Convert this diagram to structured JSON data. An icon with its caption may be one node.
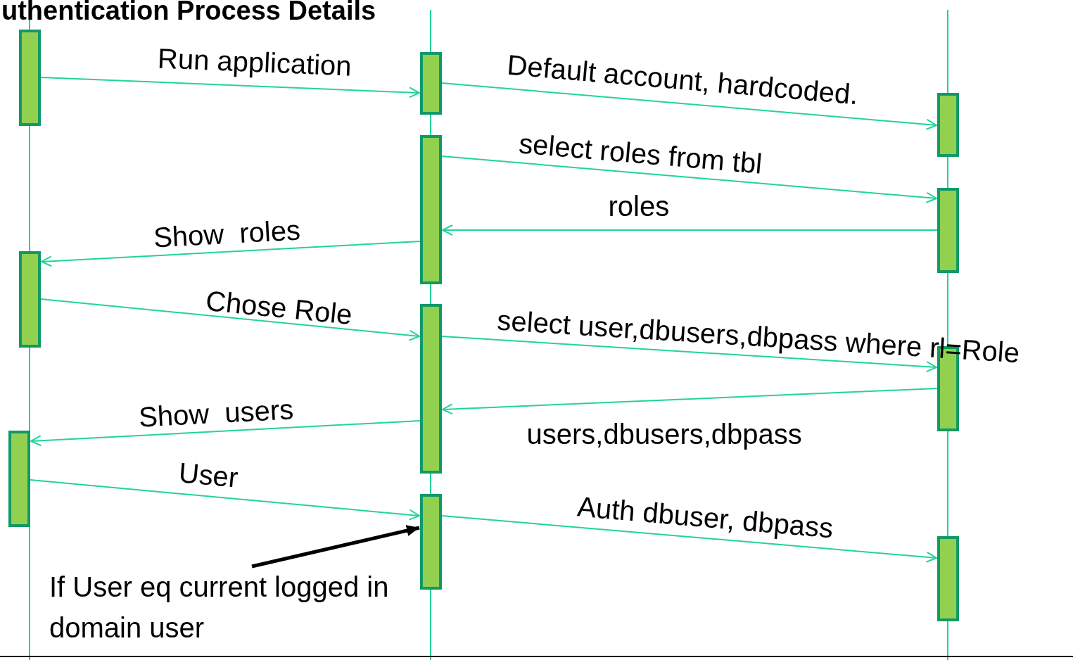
{
  "diagram": {
    "title": "uthentication Process Details",
    "nodes": [
      {
        "text": [],
        "shape": "bar"
      },
      {
        "text": [],
        "shape": "bar"
      },
      {
        "text": [],
        "shape": "bar"
      },
      {
        "text": [],
        "shape": "bar"
      },
      {
        "text": [],
        "shape": "bar"
      },
      {
        "text": [],
        "shape": "bar"
      },
      {
        "text": [],
        "shape": "bar"
      },
      {
        "text": [],
        "shape": "bar"
      },
      {
        "text": [],
        "shape": "bar"
      },
      {
        "text": [],
        "shape": "bar"
      },
      {
        "text": [],
        "shape": "bar"
      },
      {
        "text": [
          "If User eq current logged in domain user"
        ]
      }
    ],
    "edges": [
      {
        "from": 0,
        "to": 3,
        "arrow": "to",
        "label": "Run application"
      },
      {
        "from": 3,
        "to": 7,
        "arrow": "to",
        "label": "Default account, hardcoded."
      },
      {
        "from": 4,
        "to": 8,
        "arrow": "to",
        "label": "select roles from tbl"
      },
      {
        "from": 8,
        "to": 4,
        "arrow": "to",
        "label": "roles"
      },
      {
        "from": 4,
        "to": 1,
        "arrow": "to",
        "label": "Show  roles"
      },
      {
        "from": 1,
        "to": 5,
        "arrow": "to",
        "label": "Chose Role"
      },
      {
        "from": 5,
        "to": 9,
        "arrow": "to",
        "label": "select user,dbusers,dbpass where rl=Role"
      },
      {
        "from": 9,
        "to": 5,
        "arrow": "to",
        "label": "users,dbusers,dbpass"
      },
      {
        "from": 5,
        "to": 2,
        "arrow": "to",
        "label": "Show  users"
      },
      {
        "from": 2,
        "to": 6,
        "arrow": "to",
        "label": "User"
      },
      {
        "from": 6,
        "to": 10,
        "arrow": "to",
        "label": "Auth dbuser, dbpass"
      },
      {
        "from": 11,
        "to": 6,
        "arrow": "to",
        "style": "thick",
        "color": "#000000"
      }
    ]
  }
}
